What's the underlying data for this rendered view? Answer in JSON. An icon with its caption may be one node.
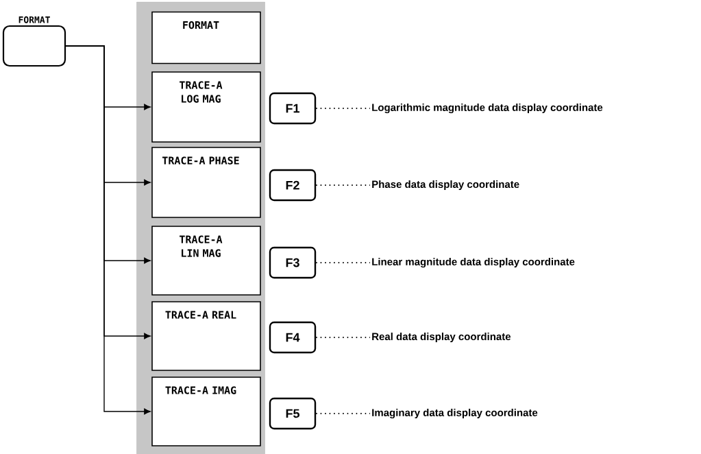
{
  "diagram": {
    "nodes": [
      {
        "text": [
          "FORMAT"
        ]
      },
      {
        "text": [],
        "shape": "box"
      },
      {
        "text": [
          "FORMAT"
        ],
        "in": 1
      },
      {
        "text": [
          "TRACE-A LOG MAG"
        ],
        "in": 1
      },
      {
        "text": [
          "TRACE-A PHASE"
        ],
        "in": 1
      },
      {
        "text": [
          "TRACE-A LIN MAG"
        ],
        "in": 1
      },
      {
        "text": [
          "TRACE-A REAL"
        ],
        "in": 1
      },
      {
        "text": [
          "TRACE-A IMAG"
        ],
        "in": 1
      },
      {
        "text": [
          "F1"
        ]
      },
      {
        "text": [
          "Logarithmic magnitude data display coordinate"
        ]
      },
      {
        "text": [
          "F2"
        ]
      },
      {
        "text": [
          "Phase data display coordinate"
        ]
      },
      {
        "text": [
          "F3"
        ]
      },
      {
        "text": [
          "Linear magnitude data display coordinate"
        ]
      },
      {
        "text": [
          "F4"
        ]
      },
      {
        "text": [
          "Real data display coordinate"
        ]
      },
      {
        "text": [
          "F5"
        ]
      },
      {
        "text": [
          "Imaginary data display coordinate"
        ]
      }
    ],
    "edges": [
      {
        "from": 0,
        "to": 3,
        "arrow": "to"
      },
      {
        "from": 0,
        "to": 4,
        "arrow": "to"
      },
      {
        "from": 0,
        "to": 5,
        "arrow": "to"
      },
      {
        "from": 0,
        "to": 6,
        "arrow": "to"
      },
      {
        "from": 0,
        "to": 7,
        "arrow": "to"
      },
      {
        "from": 8,
        "to": 9,
        "arrow": "none",
        "style": "dashed"
      },
      {
        "from": 10,
        "to": 11,
        "arrow": "none",
        "style": "dashed"
      },
      {
        "from": 12,
        "to": 13,
        "arrow": "none",
        "style": "dashed"
      },
      {
        "from": 14,
        "to": 15,
        "arrow": "none",
        "style": "dashed"
      },
      {
        "from": 16,
        "to": 17,
        "arrow": "none",
        "style": "dashed"
      }
    ]
  }
}
